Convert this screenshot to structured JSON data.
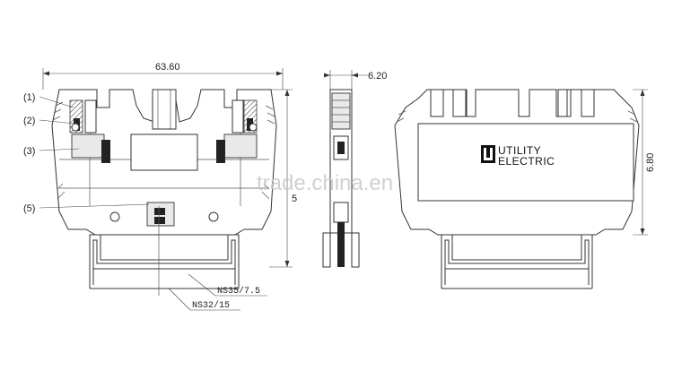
{
  "front_view": {
    "width_dim": "63.60",
    "height_dim": "5",
    "callouts": [
      "(1)",
      "(2)",
      "(3)",
      "(5)"
    ],
    "rail_labels": [
      "NS35/7.5",
      "NS32/15"
    ]
  },
  "side_view": {
    "width_dim": "6.20"
  },
  "rear_view": {
    "height_dim": "6.80",
    "logo_line1": "UTILITY",
    "logo_line2": "ELECTRIC"
  },
  "watermark": "trade.china.en"
}
